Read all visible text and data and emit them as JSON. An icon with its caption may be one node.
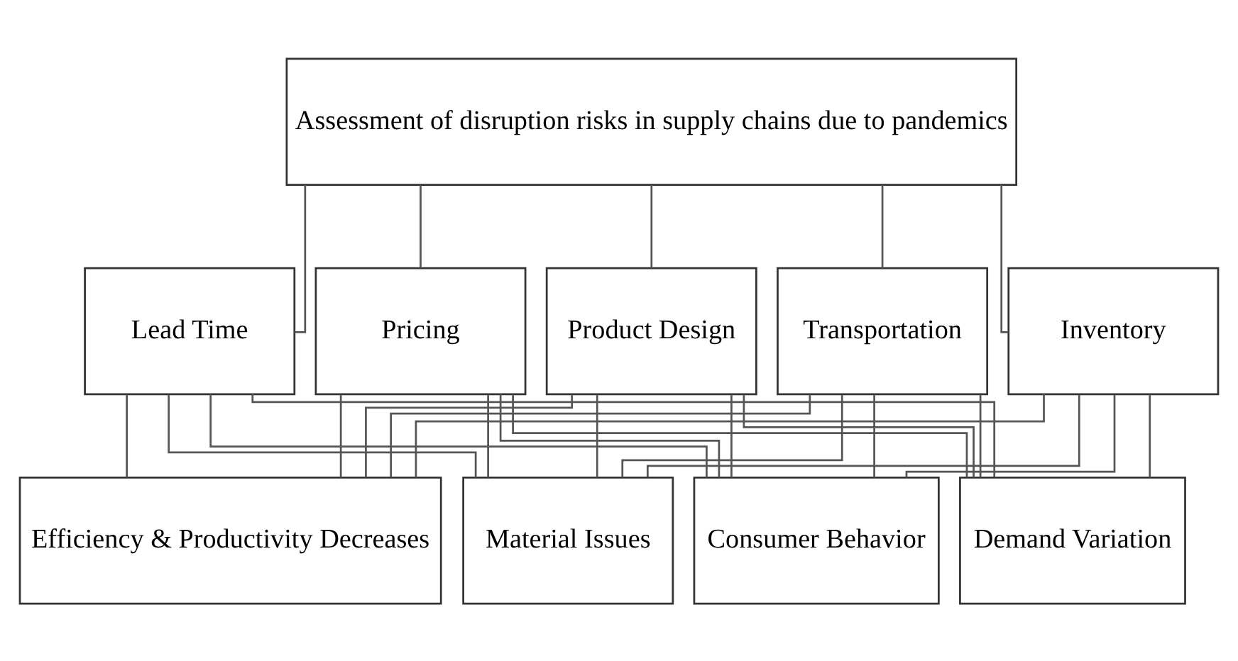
{
  "diagram": {
    "nodes": [
      {
        "text": [
          "Assessment of disruption risks in supply chains due to pandemics"
        ]
      },
      {
        "text": [
          "Inventory"
        ]
      },
      {
        "text": [
          "Lead Time"
        ]
      },
      {
        "text": [
          "Pricing"
        ]
      },
      {
        "text": [
          "Product Design"
        ]
      },
      {
        "text": [
          "Transportation"
        ]
      },
      {
        "text": [
          "Consumer Behavior"
        ]
      },
      {
        "text": [
          "Demand Variation"
        ]
      },
      {
        "text": [
          "Efficiency & Productivity Decreases"
        ]
      },
      {
        "text": [
          "Material Issues"
        ]
      }
    ],
    "edges": [
      {
        "from": 0,
        "to": 1,
        "arrow": "none"
      },
      {
        "from": 0,
        "to": 2,
        "arrow": "none"
      },
      {
        "from": 0,
        "to": 3,
        "arrow": "none"
      },
      {
        "from": 0,
        "to": 4,
        "arrow": "none"
      },
      {
        "from": 0,
        "to": 5,
        "arrow": "none"
      },
      {
        "from": 1,
        "to": 6,
        "arrow": "none"
      },
      {
        "from": 1,
        "to": 7,
        "arrow": "none"
      },
      {
        "from": 1,
        "to": 8,
        "arrow": "none"
      },
      {
        "from": 1,
        "to": 9,
        "arrow": "none"
      },
      {
        "from": 2,
        "to": 6,
        "arrow": "none"
      },
      {
        "from": 2,
        "to": 7,
        "arrow": "none"
      },
      {
        "from": 2,
        "to": 8,
        "arrow": "none"
      },
      {
        "from": 2,
        "to": 9,
        "arrow": "none"
      },
      {
        "from": 3,
        "to": 6,
        "arrow": "none"
      },
      {
        "from": 3,
        "to": 7,
        "arrow": "none"
      },
      {
        "from": 3,
        "to": 8,
        "arrow": "none"
      },
      {
        "from": 3,
        "to": 9,
        "arrow": "none"
      },
      {
        "from": 4,
        "to": 6,
        "arrow": "none"
      },
      {
        "from": 4,
        "to": 7,
        "arrow": "none"
      },
      {
        "from": 4,
        "to": 8,
        "arrow": "none"
      },
      {
        "from": 4,
        "to": 9,
        "arrow": "none"
      },
      {
        "from": 5,
        "to": 6,
        "arrow": "none"
      },
      {
        "from": 5,
        "to": 7,
        "arrow": "none"
      },
      {
        "from": 5,
        "to": 8,
        "arrow": "none"
      },
      {
        "from": 5,
        "to": 9,
        "arrow": "none"
      }
    ]
  }
}
